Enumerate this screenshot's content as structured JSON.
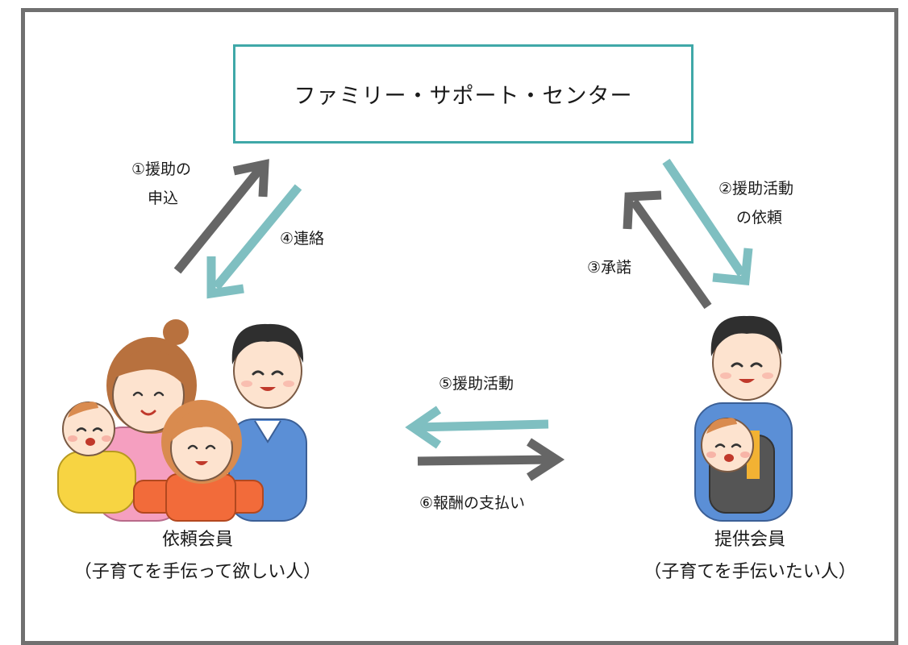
{
  "center": {
    "title": "ファミリー・サポート・センター"
  },
  "steps": {
    "s1": {
      "line1": "①援助の",
      "line2": "申込"
    },
    "s2": {
      "line1": "②援助活動",
      "line2": "の依頼"
    },
    "s3": {
      "label": "③承諾"
    },
    "s4": {
      "label": "④連絡"
    },
    "s5": {
      "label": "⑤援助活動"
    },
    "s6": {
      "label": "⑥報酬の支払い"
    }
  },
  "requester": {
    "title": "依頼会員",
    "subtitle": "（子育てを手伝って欲しい人）"
  },
  "provider": {
    "title": "提供会員",
    "subtitle": "（子育てを手伝いたい人）"
  },
  "colors": {
    "gray_arrow": "#666666",
    "teal_arrow": "#7fbfc1",
    "box_border": "#3fa8a8",
    "frame": "#707070"
  }
}
